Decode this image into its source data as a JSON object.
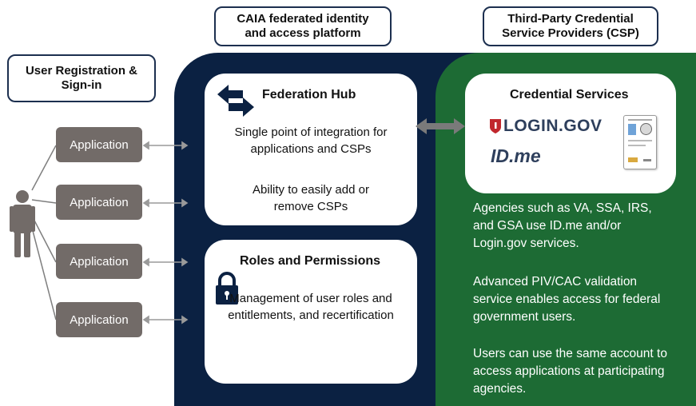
{
  "headers": {
    "user_registration": "User Registration & Sign-in",
    "caia_platform": "CAIA federated identity and access platform",
    "third_party": "Third-Party Credential Service Providers (CSP)"
  },
  "applications": [
    "Application",
    "Application",
    "Application",
    "Application"
  ],
  "federation_hub": {
    "title": "Federation Hub",
    "text1": "Single point of integration for applications and CSPs",
    "text2": "Ability to easily add or remove CSPs"
  },
  "roles": {
    "title": "Roles and Permissions",
    "text": "Management of user roles and entitlements, and recertification"
  },
  "credential_services": {
    "title": "Credential Services",
    "logo_login": "LOGIN.GOV",
    "logo_idme": "ID.me"
  },
  "green_text": {
    "p1": "Agencies such as VA, SSA, IRS, and GSA use ID.me and/or Login.gov services.",
    "p2": "Advanced PIV/CAC validation service enables access for federal government users.",
    "p3": "Users can use the same account to access applications at participating agencies."
  },
  "colors": {
    "navy": "#0b2142",
    "green": "#1d6b34",
    "app_gray": "#726b68",
    "login_red": "#c1272d",
    "idme_blue": "#2e3f5c"
  }
}
